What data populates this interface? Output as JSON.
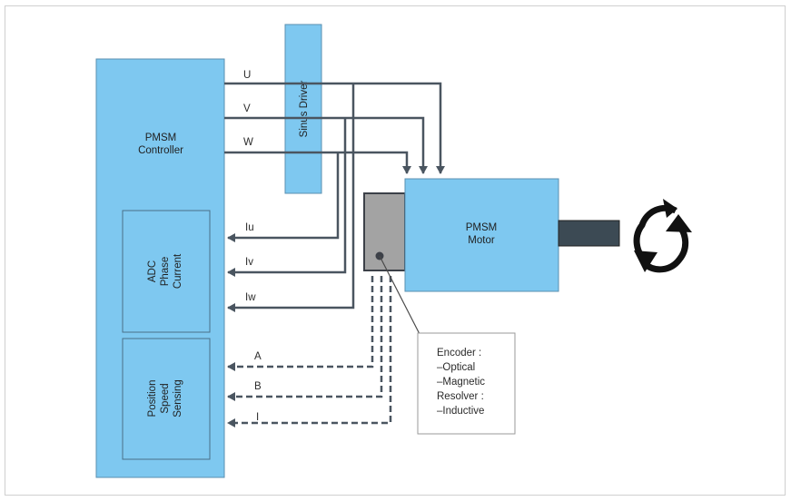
{
  "controller": {
    "title": [
      "PMSM",
      "Controller"
    ]
  },
  "driver": {
    "label": "Sinus Driver"
  },
  "adc": {
    "lines": [
      "ADC",
      "Phase",
      "Current"
    ]
  },
  "sensing": {
    "lines": [
      "Position",
      "Speed",
      "Sensing"
    ]
  },
  "motor": {
    "lines": [
      "PMSM",
      "Motor"
    ]
  },
  "phases": [
    "U",
    "V",
    "W"
  ],
  "currents": [
    "Iu",
    "Iv",
    "Iw"
  ],
  "encoder_signals": [
    "A",
    "B",
    "I"
  ],
  "encoder_note": [
    "Encoder :",
    "–Optical",
    "–Magnetic",
    "Resolver :",
    "–Inductive"
  ],
  "rotation_icon": "rotation-arrows-icon",
  "colors": {
    "block": "#7ec8f0",
    "line": "#4a5560",
    "shaft": "#3c4a54",
    "encoder": "#a3a3a3"
  }
}
